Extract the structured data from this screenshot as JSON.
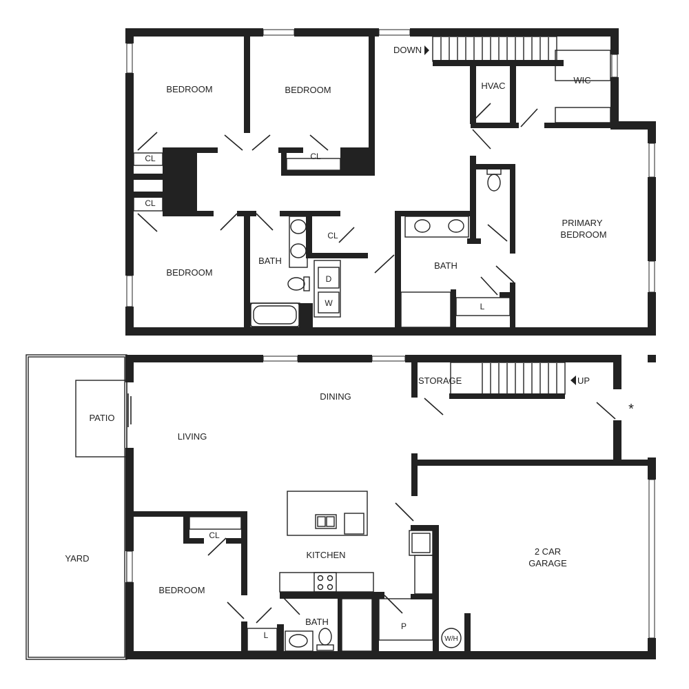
{
  "colors": {
    "wall": "#222222",
    "background": "#ffffff",
    "fixture_stroke": "#222222"
  },
  "upper_floor": {
    "stairs_label": "DOWN",
    "rooms": {
      "bedroom_1": "BEDROOM",
      "bedroom_2": "BEDROOM",
      "bedroom_3": "BEDROOM",
      "closet_1": "CL",
      "closet_2": "CL",
      "closet_3": "CL",
      "closet_4": "CL",
      "hall_bath": "BATH",
      "hvac": "HVAC",
      "walk_in_closet": "WIC",
      "primary_bedroom_line1": "PRIMARY",
      "primary_bedroom_line2": "BEDROOM",
      "primary_bath": "BATH",
      "linen": "L",
      "dryer": "D",
      "washer": "W"
    }
  },
  "lower_floor": {
    "stairs_label": "UP",
    "marker": "*",
    "rooms": {
      "storage": "STORAGE",
      "dining": "DINING",
      "patio": "PATIO",
      "living": "LIVING",
      "yard": "YARD",
      "garage_line1": "2 CAR",
      "garage_line2": "GARAGE",
      "bedroom": "BEDROOM",
      "closet": "CL",
      "kitchen": "KITCHEN",
      "bath": "BATH",
      "linen": "L",
      "pantry": "P",
      "water_heater": "W/H"
    }
  }
}
